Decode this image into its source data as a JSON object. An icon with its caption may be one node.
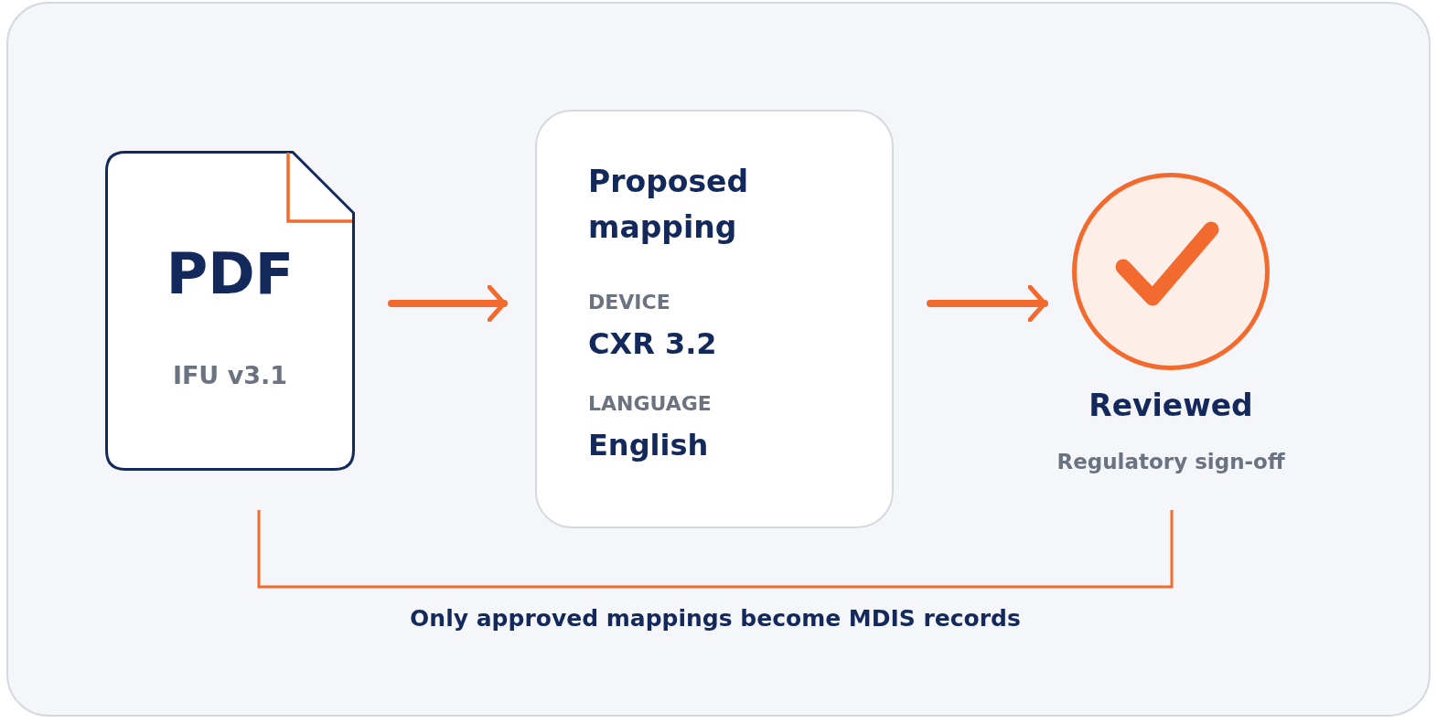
{
  "diagram": {
    "nodes": [
      {
        "text": [
          "PDF",
          "IFU v3.1"
        ]
      },
      {
        "text": [
          "Proposed mapping",
          "DEVICE",
          "CXR 3.2",
          "LANGUAGE",
          "English"
        ]
      },
      {
        "text": [],
        "shape": "circle",
        "beside": [
          "Reviewed",
          "Regulatory sign-off"
        ]
      }
    ],
    "edges": [
      {
        "from": 0,
        "to": 1,
        "arrow": "to"
      },
      {
        "from": 1,
        "to": 2,
        "arrow": "to"
      }
    ],
    "labels": [
      "Only approved mappings become MDIS records"
    ]
  }
}
